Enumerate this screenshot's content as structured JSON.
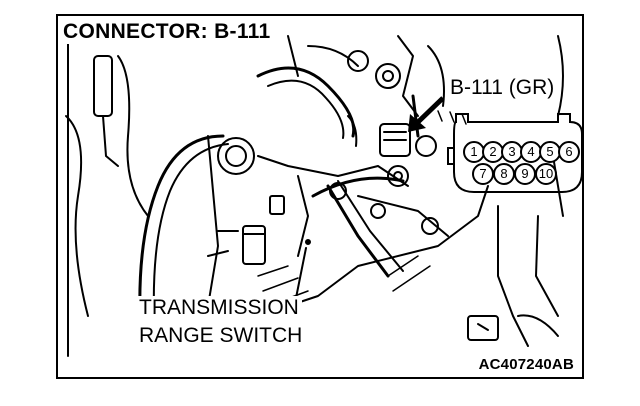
{
  "title": "CONNECTOR: B-111",
  "connector_label": "B-111 (GR)",
  "part_label_line1": "TRANSMISSION",
  "part_label_line2": "RANGE SWITCH",
  "figure_code": "AC407240AB",
  "connector_pins": {
    "top_row": [
      "1",
      "2",
      "3",
      "4",
      "5",
      "6"
    ],
    "bottom_row": [
      "7",
      "8",
      "9",
      "10"
    ]
  }
}
